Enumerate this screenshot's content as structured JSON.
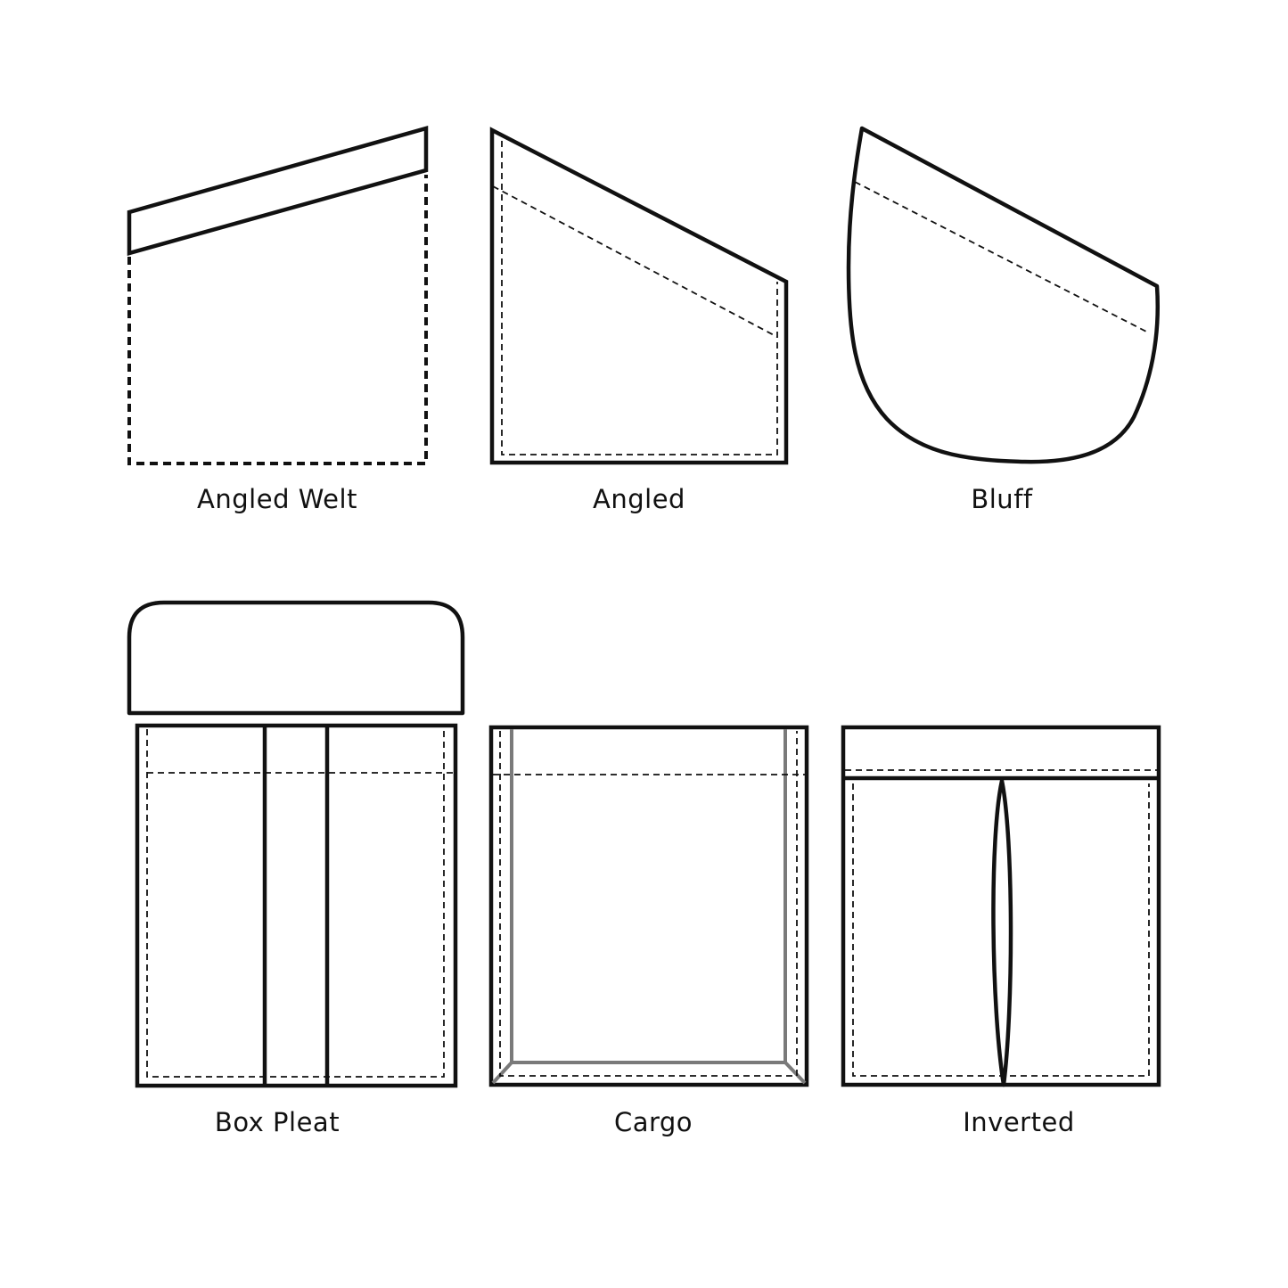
{
  "pockets": [
    {
      "id": "angled-welt",
      "label": "Angled Welt"
    },
    {
      "id": "angled",
      "label": "Angled"
    },
    {
      "id": "bluff",
      "label": "Bluff"
    },
    {
      "id": "box-pleat",
      "label": "Box Pleat"
    },
    {
      "id": "cargo",
      "label": "Cargo"
    },
    {
      "id": "inverted",
      "label": "Inverted"
    }
  ],
  "colors": {
    "line": "#111111",
    "gusset": "#7a7a7a",
    "background": "#ffffff"
  }
}
